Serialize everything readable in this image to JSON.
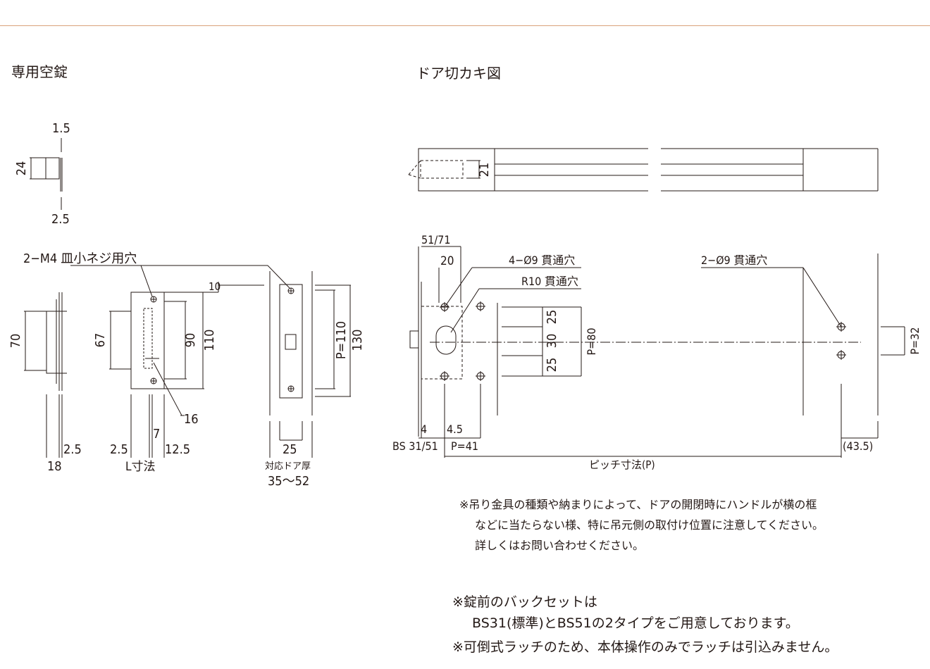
{
  "titles": {
    "lock": "専用空錠",
    "cutout": "ドア切カキ図"
  },
  "lock": {
    "side_small": {
      "d_1_5": "1.5",
      "d_24": "24",
      "d_2_5": "2.5"
    },
    "screw_label": "2−M4 皿小ネジ用穴",
    "side": {
      "h70": "70",
      "t2_5": "2.5",
      "w18": "18"
    },
    "front": {
      "h67": "67",
      "h90": "90",
      "h110": "110",
      "h10": "10",
      "d16": "16",
      "d7": "7",
      "d2_5": "2.5",
      "d12_5": "12.5",
      "l_label": "L寸法"
    },
    "strike": {
      "p110": "P=110",
      "h130": "130",
      "w25": "25",
      "door_label": "対応ドア厚",
      "door_range": "35〜52"
    }
  },
  "cutout": {
    "top": {
      "d21": "21"
    },
    "main": {
      "bs_top": "51/71",
      "d20": "20",
      "holes4": "4−Ø9 貫通穴",
      "r10": "R10 貫通穴",
      "holes2": "2−Ø9 貫通穴",
      "d25a": "25",
      "d30": "30",
      "d25b": "25",
      "p80": "P=80",
      "p32": "P=32",
      "d4": "4",
      "d4_5": "4.5",
      "bs_bottom": "BS 31/51",
      "p41": "P=41",
      "d43_5": "(43.5)",
      "pitch": "ピッチ寸法(P)"
    }
  },
  "notes": {
    "n1_line1": "※吊り金具の種類や納まりによって、ドアの開閉時にハンドルが横の框",
    "n1_line2": "などに当たらない様、特に吊元側の取付け位置に注意してください。",
    "n1_line3": "詳しくはお問い合わせください。",
    "n2_line1": "※錠前のバックセットは",
    "n2_line2": "BS31(標準)とBS51の2タイプをご用意しております。",
    "n3": "※可倒式ラッチのため、本体操作のみでラッチは引込みません。"
  }
}
